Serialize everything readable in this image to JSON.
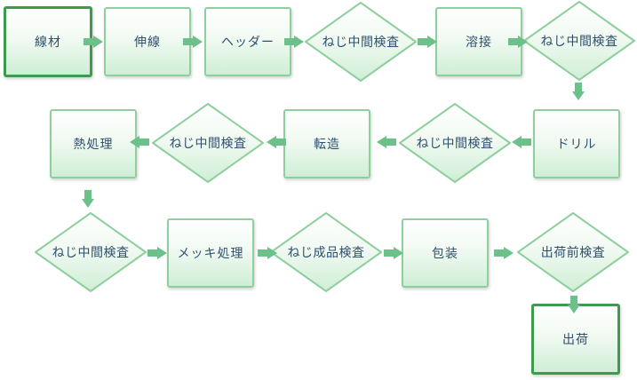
{
  "colors": {
    "border": "#8fcf9d",
    "terminal_border": "#3d9a4f",
    "arrow": "#6cc18b",
    "text": "#2f4f6f"
  },
  "steps": {
    "wire": "線材",
    "drawing": "伸線",
    "header": "ヘッダー",
    "inspect_1": "ねじ中間検査",
    "welding": "溶接",
    "inspect_2": "ねじ中間検査",
    "drill": "ドリル",
    "inspect_3": "ねじ中間検査",
    "rolling": "転造",
    "inspect_4": "ねじ中間検査",
    "heat": "熱処理",
    "inspect_5": "ねじ中間検査",
    "plating": "メッキ処理",
    "inspect_final": "ねじ成品検査",
    "packing": "包装",
    "inspect_ship": "出荷前検査",
    "ship": "出荷"
  }
}
